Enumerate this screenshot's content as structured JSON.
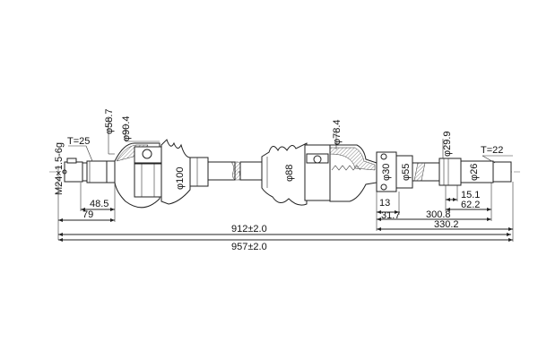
{
  "labels": {
    "thread": "M24×1.5-6g",
    "torque_left": "T=25",
    "torque_right": "T=22",
    "dia_58_7": "φ58.7",
    "dia_90_4": "φ90.4",
    "dia_100": "φ100",
    "dia_88": "φ88",
    "dia_78_4": "φ78.4",
    "dia_30": "φ30",
    "dia_55": "φ55",
    "dia_29_9": "φ29.9",
    "dia_26": "φ26",
    "len_48_5": "48.5",
    "len_79": "79",
    "len_912": "912±2.0",
    "len_957": "957±2.0",
    "len_13": "13",
    "len_31_7": "31.7",
    "len_300_8": "300.8",
    "len_330_2": "330.2",
    "len_15_1": "15.1",
    "len_62_2": "62.2"
  }
}
